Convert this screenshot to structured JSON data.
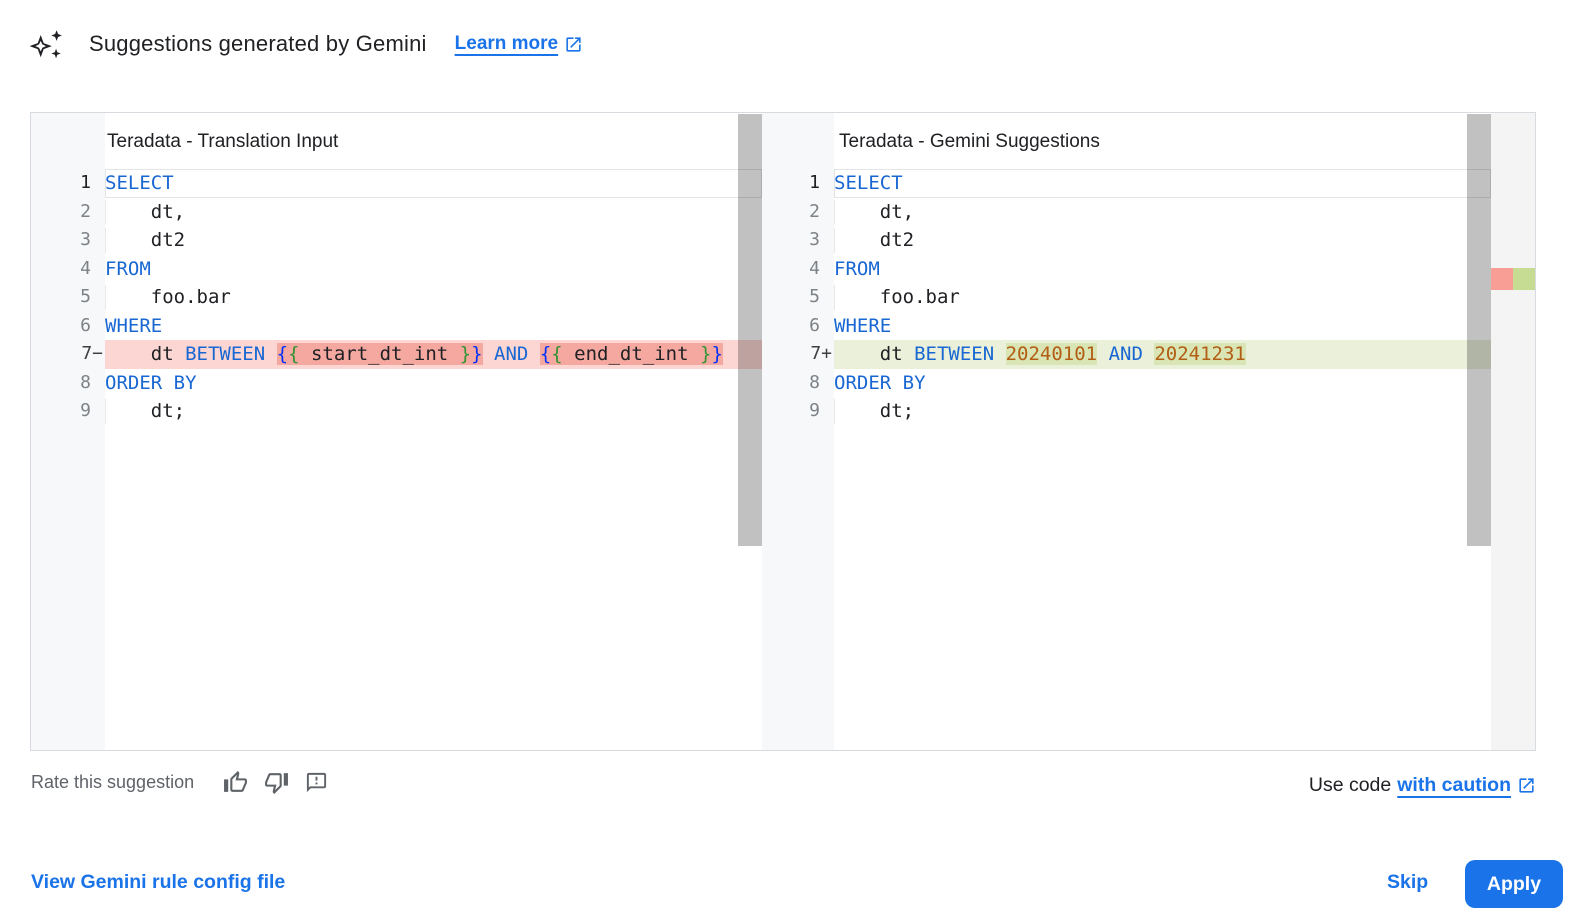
{
  "header": {
    "title": "Suggestions generated by Gemini",
    "learn_more_label": "Learn more"
  },
  "icons": {
    "header_icon": "gemini-sparkle-icon",
    "learn_more_icon": "open-in-new-icon",
    "rate_icons": [
      "thumb-up-icon",
      "thumb-down-icon",
      "feedback-icon"
    ],
    "caution_icon": "open-in-new-icon"
  },
  "diff": {
    "panes": [
      {
        "title": "Teradata - Translation Input",
        "lines": [
          {
            "num": "1",
            "active": true,
            "segments": [
              {
                "t": "SELECT",
                "c": "k"
              }
            ]
          },
          {
            "num": "2",
            "guide": true,
            "segments": [
              {
                "t": "    dt,",
                "c": "p"
              }
            ]
          },
          {
            "num": "3",
            "guide": true,
            "segments": [
              {
                "t": "    dt2",
                "c": "p"
              }
            ]
          },
          {
            "num": "4",
            "segments": [
              {
                "t": "FROM",
                "c": "k"
              }
            ]
          },
          {
            "num": "5",
            "guide": true,
            "segments": [
              {
                "t": "    foo.bar",
                "c": "p"
              }
            ]
          },
          {
            "num": "6",
            "segments": [
              {
                "t": "WHERE",
                "c": "k"
              }
            ]
          },
          {
            "num": "7",
            "sign": "−",
            "diff": "removed",
            "segments": [
              {
                "t": "    dt ",
                "c": "p"
              },
              {
                "t": "BETWEEN",
                "c": "k"
              },
              {
                "t": " ",
                "c": "p"
              },
              {
                "t": "{",
                "c": "b1",
                "hl": true
              },
              {
                "t": "{",
                "c": "b2",
                "hl": true
              },
              {
                "t": " start_dt_int ",
                "c": "p",
                "hl": true
              },
              {
                "t": "}",
                "c": "b2",
                "hl": true
              },
              {
                "t": "}",
                "c": "b1",
                "hl": true
              },
              {
                "t": " ",
                "c": "p"
              },
              {
                "t": "AND",
                "c": "k"
              },
              {
                "t": " ",
                "c": "p"
              },
              {
                "t": "{",
                "c": "b1",
                "hl": true
              },
              {
                "t": "{",
                "c": "b2",
                "hl": true
              },
              {
                "t": " end_dt_int ",
                "c": "p",
                "hl": true
              },
              {
                "t": "}",
                "c": "b2",
                "hl": true
              },
              {
                "t": "}",
                "c": "b1",
                "hl": true
              }
            ]
          },
          {
            "num": "8",
            "segments": [
              {
                "t": "ORDER BY",
                "c": "k"
              }
            ]
          },
          {
            "num": "9",
            "guide": true,
            "segments": [
              {
                "t": "    dt;",
                "c": "p"
              }
            ]
          }
        ]
      },
      {
        "title": "Teradata - Gemini Suggestions",
        "lines": [
          {
            "num": "1",
            "active": true,
            "segments": [
              {
                "t": "SELECT",
                "c": "k"
              }
            ]
          },
          {
            "num": "2",
            "guide": true,
            "segments": [
              {
                "t": "    dt,",
                "c": "p"
              }
            ]
          },
          {
            "num": "3",
            "guide": true,
            "segments": [
              {
                "t": "    dt2",
                "c": "p"
              }
            ]
          },
          {
            "num": "4",
            "segments": [
              {
                "t": "FROM",
                "c": "k"
              }
            ]
          },
          {
            "num": "5",
            "guide": true,
            "segments": [
              {
                "t": "    foo.bar",
                "c": "p"
              }
            ]
          },
          {
            "num": "6",
            "segments": [
              {
                "t": "WHERE",
                "c": "k"
              }
            ]
          },
          {
            "num": "7",
            "sign": "+",
            "diff": "added",
            "segments": [
              {
                "t": "    dt ",
                "c": "p"
              },
              {
                "t": "BETWEEN",
                "c": "k"
              },
              {
                "t": " ",
                "c": "p"
              },
              {
                "t": "20240101",
                "c": "n",
                "hl": true
              },
              {
                "t": " ",
                "c": "p"
              },
              {
                "t": "AND",
                "c": "k"
              },
              {
                "t": " ",
                "c": "p"
              },
              {
                "t": "20241231",
                "c": "n",
                "hl": true
              }
            ]
          },
          {
            "num": "8",
            "segments": [
              {
                "t": "ORDER BY",
                "c": "k"
              }
            ]
          },
          {
            "num": "9",
            "guide": true,
            "segments": [
              {
                "t": "    dt;",
                "c": "p"
              }
            ]
          }
        ]
      }
    ]
  },
  "rate": {
    "label": "Rate this suggestion"
  },
  "use_code": {
    "prefix": "Use code",
    "link_label": "with caution"
  },
  "actions": {
    "view_config_label": "View Gemini rule config file",
    "skip_label": "Skip",
    "apply_label": "Apply"
  },
  "colors": {
    "accent_blue": "#1a73e8",
    "keyword": "#1967d2",
    "number_literal": "#b25e14",
    "bracket_blue": "#0431fa",
    "bracket_green": "#319331",
    "removed_line_bg": "#fbd6d2",
    "removed_char_bg": "#f5a8a0",
    "added_line_bg": "#eaf0da",
    "added_char_bg": "#d9e5b4",
    "ruler_mark_red": "#f99e95",
    "ruler_mark_green": "#c6dc93",
    "muted_text": "#5f6368"
  }
}
